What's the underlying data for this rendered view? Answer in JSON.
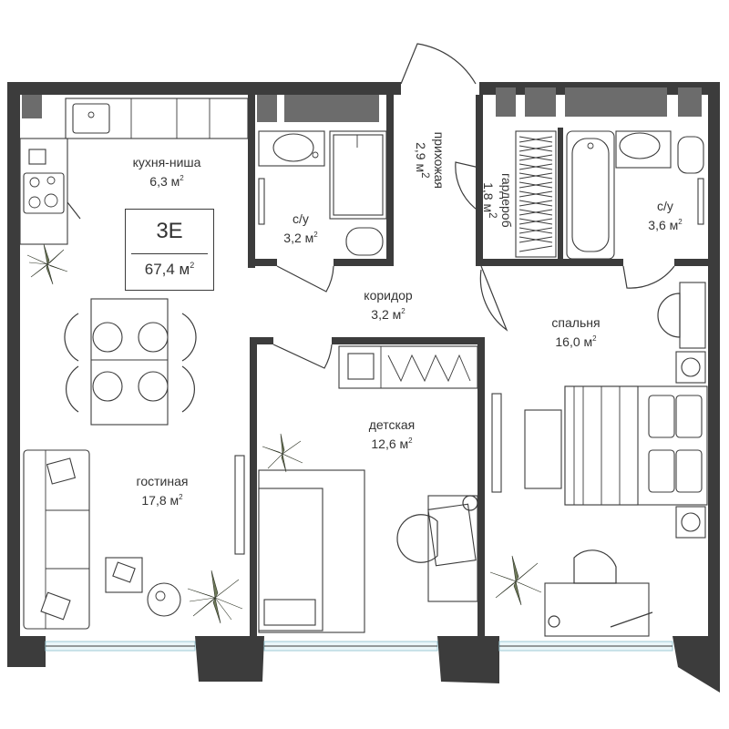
{
  "apartment": {
    "code": "3E",
    "total_area": "67,4 м",
    "area_sup": "2"
  },
  "rooms": {
    "kitchen": {
      "name": "кухня-ниша",
      "area": "6,3 м",
      "sup": "2"
    },
    "bath_left": {
      "name": "с/у",
      "area": "3,2 м",
      "sup": "2"
    },
    "hallway": {
      "name": "прихожая",
      "area": "2,9 м",
      "sup": "2"
    },
    "wardrobe": {
      "name": "гардероб",
      "area": "1,8 м",
      "sup": "2"
    },
    "bath_right": {
      "name": "с/у",
      "area": "3,6 м",
      "sup": "2"
    },
    "corridor": {
      "name": "коридор",
      "area": "3,2 м",
      "sup": "2"
    },
    "bedroom": {
      "name": "спальня",
      "area": "16,0 м",
      "sup": "2"
    },
    "kids": {
      "name": "детская",
      "area": "12,6 м",
      "sup": "2"
    },
    "living": {
      "name": "гостиная",
      "area": "17,8 м",
      "sup": "2"
    }
  },
  "colors": {
    "wall": "#3c3c3c",
    "window_glass": "#eaf6f9",
    "plant": "#6f7a5a"
  }
}
